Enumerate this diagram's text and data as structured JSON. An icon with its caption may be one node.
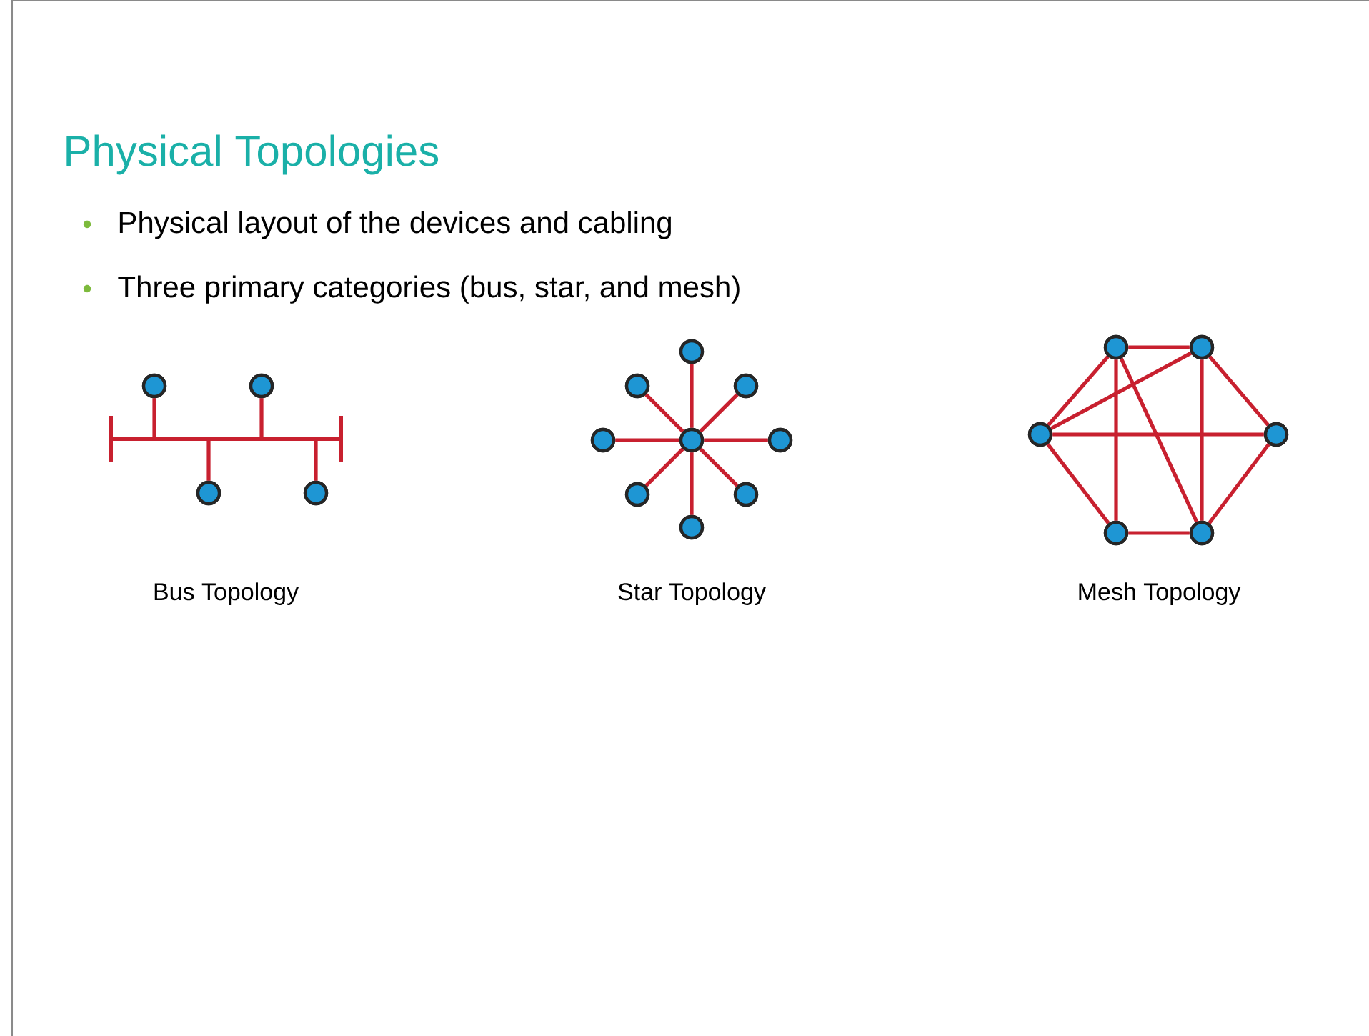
{
  "diagram": {
    "title": "Physical Topologies",
    "nodes": [
      {
        "text": [],
        "shape": "bar"
      },
      {
        "text": [],
        "shape": "circle"
      },
      {
        "text": [],
        "shape": "circle"
      },
      {
        "text": [],
        "shape": "circle"
      },
      {
        "text": [],
        "shape": "circle"
      },
      {
        "text": [],
        "shape": "circle"
      },
      {
        "text": [],
        "shape": "circle"
      },
      {
        "text": [],
        "shape": "circle"
      },
      {
        "text": [],
        "shape": "circle"
      },
      {
        "text": [],
        "shape": "circle"
      },
      {
        "text": [],
        "shape": "circle"
      },
      {
        "text": [],
        "shape": "circle"
      },
      {
        "text": [],
        "shape": "circle"
      },
      {
        "text": [],
        "shape": "circle"
      },
      {
        "text": [],
        "shape": "circle"
      },
      {
        "text": [],
        "shape": "circle"
      },
      {
        "text": [],
        "shape": "circle"
      },
      {
        "text": [],
        "shape": "circle"
      },
      {
        "text": [],
        "shape": "circle"
      },
      {
        "text": [],
        "shape": "circle"
      }
    ],
    "edges": [
      {
        "from": 1,
        "to": 0,
        "arrow": "none"
      },
      {
        "from": 2,
        "to": 0,
        "arrow": "none"
      },
      {
        "from": 3,
        "to": 0,
        "arrow": "none"
      },
      {
        "from": 4,
        "to": 0,
        "arrow": "none"
      },
      {
        "from": 5,
        "to": 6,
        "arrow": "none"
      },
      {
        "from": 5,
        "to": 7,
        "arrow": "none"
      },
      {
        "from": 5,
        "to": 8,
        "arrow": "none"
      },
      {
        "from": 5,
        "to": 9,
        "arrow": "none"
      },
      {
        "from": 5,
        "to": 10,
        "arrow": "none"
      },
      {
        "from": 5,
        "to": 11,
        "arrow": "none"
      },
      {
        "from": 5,
        "to": 12,
        "arrow": "none"
      },
      {
        "from": 5,
        "to": 13,
        "arrow": "none"
      },
      {
        "from": 14,
        "to": 15,
        "arrow": "none"
      },
      {
        "from": 14,
        "to": 16,
        "arrow": "none"
      },
      {
        "from": 14,
        "to": 18,
        "arrow": "none"
      },
      {
        "from": 14,
        "to": 19,
        "arrow": "none"
      },
      {
        "from": 15,
        "to": 16,
        "arrow": "none"
      },
      {
        "from": 15,
        "to": 17,
        "arrow": "none"
      },
      {
        "from": 15,
        "to": 19,
        "arrow": "none"
      },
      {
        "from": 16,
        "to": 17,
        "arrow": "none"
      },
      {
        "from": 16,
        "to": 18,
        "arrow": "none"
      },
      {
        "from": 17,
        "to": 19,
        "arrow": "none"
      },
      {
        "from": 18,
        "to": 19,
        "arrow": "none"
      }
    ],
    "labels": [
      "Physical layout of the devices and cabling",
      "Three primary categories (bus, star, and mesh)",
      "Bus Topology",
      "Star Topology",
      "Mesh Topology"
    ]
  }
}
